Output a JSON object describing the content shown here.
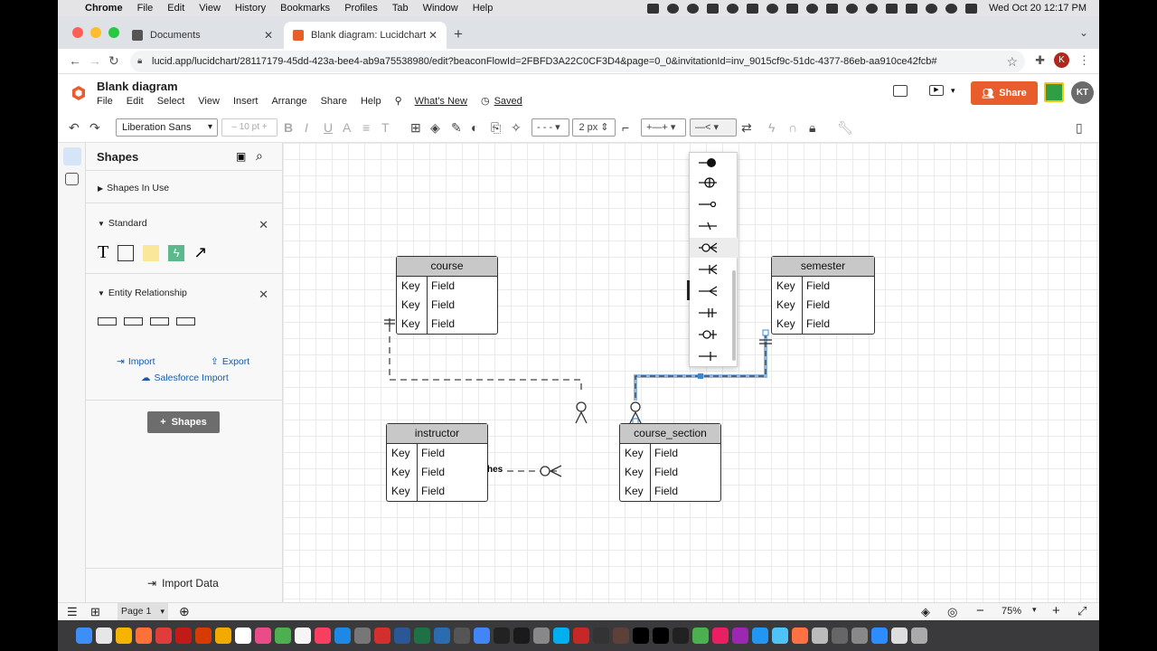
{
  "mac_menubar": {
    "app": "Chrome",
    "items": [
      "File",
      "Edit",
      "View",
      "History",
      "Bookmarks",
      "Profiles",
      "Tab",
      "Window",
      "Help"
    ],
    "clock": "Wed Oct 20  12:17 PM"
  },
  "browser": {
    "tabs": [
      {
        "title": "Documents"
      },
      {
        "title": "Blank diagram: Lucidchart"
      }
    ],
    "url": "lucid.app/lucidchart/28117179-45dd-423a-bee4-ab9a75538980/edit?beaconFlowId=2FBFD3A22C0CF3D4&page=0_0&invitationId=inv_9015cf9c-51dc-4377-86eb-aa910ce42fcb#",
    "profile_initial": "K"
  },
  "app": {
    "doc_title": "Blank diagram",
    "menus": [
      "File",
      "Edit",
      "Select",
      "View",
      "Insert",
      "Arrange",
      "Share",
      "Help"
    ],
    "whats_new": "What's New",
    "saved": "Saved",
    "share": "Share",
    "user_initials": "KT"
  },
  "toolbar": {
    "font": "Liberation Sans",
    "font_size": "10 pt",
    "line_width": "2 px",
    "line_style": "- - -"
  },
  "panel": {
    "title": "Shapes",
    "shapes_in_use": "Shapes In Use",
    "standard": "Standard",
    "entity_relationship": "Entity Relationship",
    "import": "Import",
    "export": "Export",
    "salesforce_import": "Salesforce Import",
    "shapes_button": "Shapes",
    "import_data": "Import Data"
  },
  "diagram": {
    "entities": [
      {
        "name": "course",
        "rows": [
          [
            "Key",
            "Field"
          ],
          [
            "Key",
            "Field"
          ],
          [
            "Key",
            "Field"
          ]
        ]
      },
      {
        "name": "semester",
        "rows": [
          [
            "Key",
            "Field"
          ],
          [
            "Key",
            "Field"
          ],
          [
            "Key",
            "Field"
          ]
        ]
      },
      {
        "name": "instructor",
        "rows": [
          [
            "Key",
            "Field"
          ],
          [
            "Key",
            "Field"
          ],
          [
            "Key",
            "Field"
          ]
        ]
      },
      {
        "name": "course_section",
        "rows": [
          [
            "Key",
            "Field"
          ],
          [
            "Key",
            "Field"
          ],
          [
            "Key",
            "Field"
          ]
        ]
      }
    ],
    "relationship_label": "teaches"
  },
  "bottom": {
    "page": "Page 1",
    "zoom": "75%"
  }
}
